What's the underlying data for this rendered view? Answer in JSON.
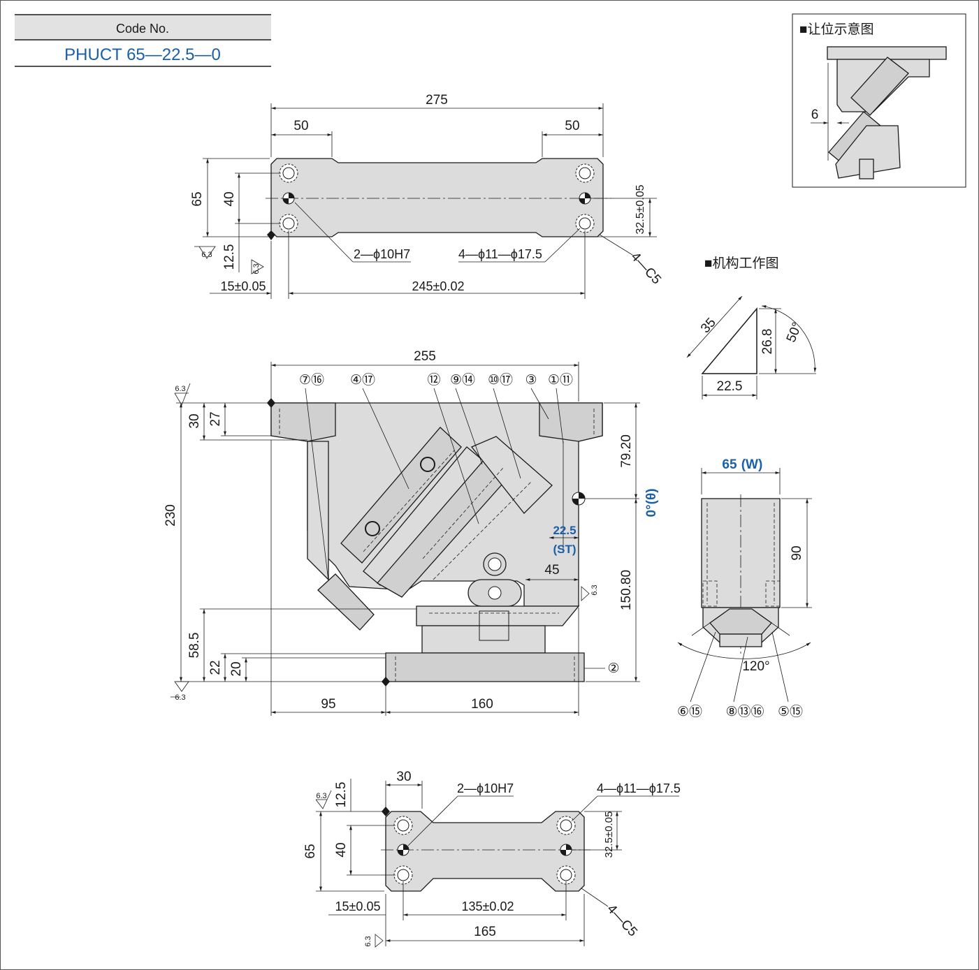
{
  "code_table": {
    "header": "Code No.",
    "value": "PHUCT 65—22.5—0"
  },
  "clearance_diagram": {
    "title": "■让位示意图",
    "dim": "6"
  },
  "mechanism_diagram": {
    "title": "■机构工作图",
    "hyp": "35",
    "height": "26.8",
    "base": "22.5",
    "angle": "50°"
  },
  "top_view": {
    "overall": "275",
    "left_neck": "50",
    "right_neck": "50",
    "height": "65",
    "hole_pitch": "40",
    "edge": "12.5",
    "offset": "15±0.05",
    "pitch": "245±0.02",
    "half": "32.5±0.05",
    "dowel": "2—ϕ10H7",
    "bolt": "4—ϕ11—ϕ17.5",
    "chamfer": "4—C5",
    "rough": "6.3"
  },
  "front_view": {
    "width": "255",
    "height": "230",
    "dim30": "30",
    "dim27": "27",
    "dim58": "58.5",
    "dim22": "22",
    "dim20": "20",
    "dim95": "95",
    "dim160": "160",
    "upper": "79.20",
    "lower": "150.80",
    "dim45": "45",
    "stroke": "22.5",
    "stroke_tag": "(ST)",
    "angle": "0°(θ)",
    "rough": "6.3",
    "callouts": [
      "⑦⑯",
      "④⑰",
      "⑫",
      "⑨⑭",
      "⑩⑰",
      "③",
      "①⑪",
      "②"
    ]
  },
  "side_view": {
    "width": "65",
    "width_tag": "(W)",
    "height": "90",
    "angle": "120°",
    "callouts": [
      "⑥⑮",
      "⑧⑬⑯",
      "⑤⑮"
    ]
  },
  "bottom_view": {
    "dim30": "30",
    "edge": "12.5",
    "height": "65",
    "pitch_v": "40",
    "offset": "15±0.05",
    "pitch": "135±0.02",
    "overall": "165",
    "half": "32.5±0.05",
    "dowel": "2—ϕ10H7",
    "bolt": "4—ϕ11—ϕ17.5",
    "chamfer": "4—C5",
    "rough": "6.3"
  }
}
